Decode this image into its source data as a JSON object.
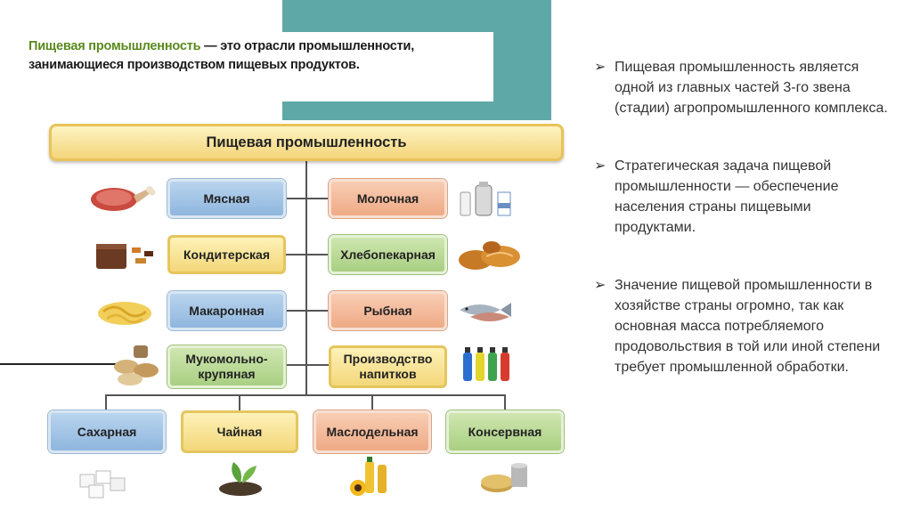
{
  "definition": {
    "term": "Пищевая промышленность",
    "text": " — это отрасли промышленности, занимающиеся производством пищевых продуктов."
  },
  "diagram": {
    "title": "Пищевая промышленность",
    "left_branches": [
      "Мясная",
      "Кондитерская",
      "Макаронная",
      "Мукомольно-крупяная"
    ],
    "right_branches": [
      "Молочная",
      "Хлебопекарная",
      "Рыбная",
      "Производство напитков"
    ],
    "bottom_branches": [
      "Сахарная",
      "Чайная",
      "Маслодельная",
      "Консервная"
    ]
  },
  "bullets": [
    "Пищевая промышленность является одной из главных частей 3-го звена (стадии) агропромышленного комплекса.",
    "Стратегическая задача пищевой промышленности — обеспечение населения страны пищевыми продуктами.",
    "Значение пищевой промышленности в хозяйстве страны огромно, так как основная масса потребляемого продовольствия в той или иной степени требует промышленной обработки."
  ],
  "colors": {
    "teal_block": "#5fa8a8",
    "definition_term": "#5a8a1e",
    "title_box": "#f3d57a",
    "blue_box": "#8fb6de",
    "yellow_box": "#f3d77a",
    "orange_box": "#eeaa86",
    "green_box": "#a9cf82"
  },
  "icons": [
    "meat-icon",
    "milk-icon",
    "cake-icon",
    "bread-icon",
    "pasta-icon",
    "fish-icon",
    "grain-icon",
    "bottles-icon",
    "sugar-icon",
    "tea-icon",
    "oil-icon",
    "cans-icon"
  ]
}
